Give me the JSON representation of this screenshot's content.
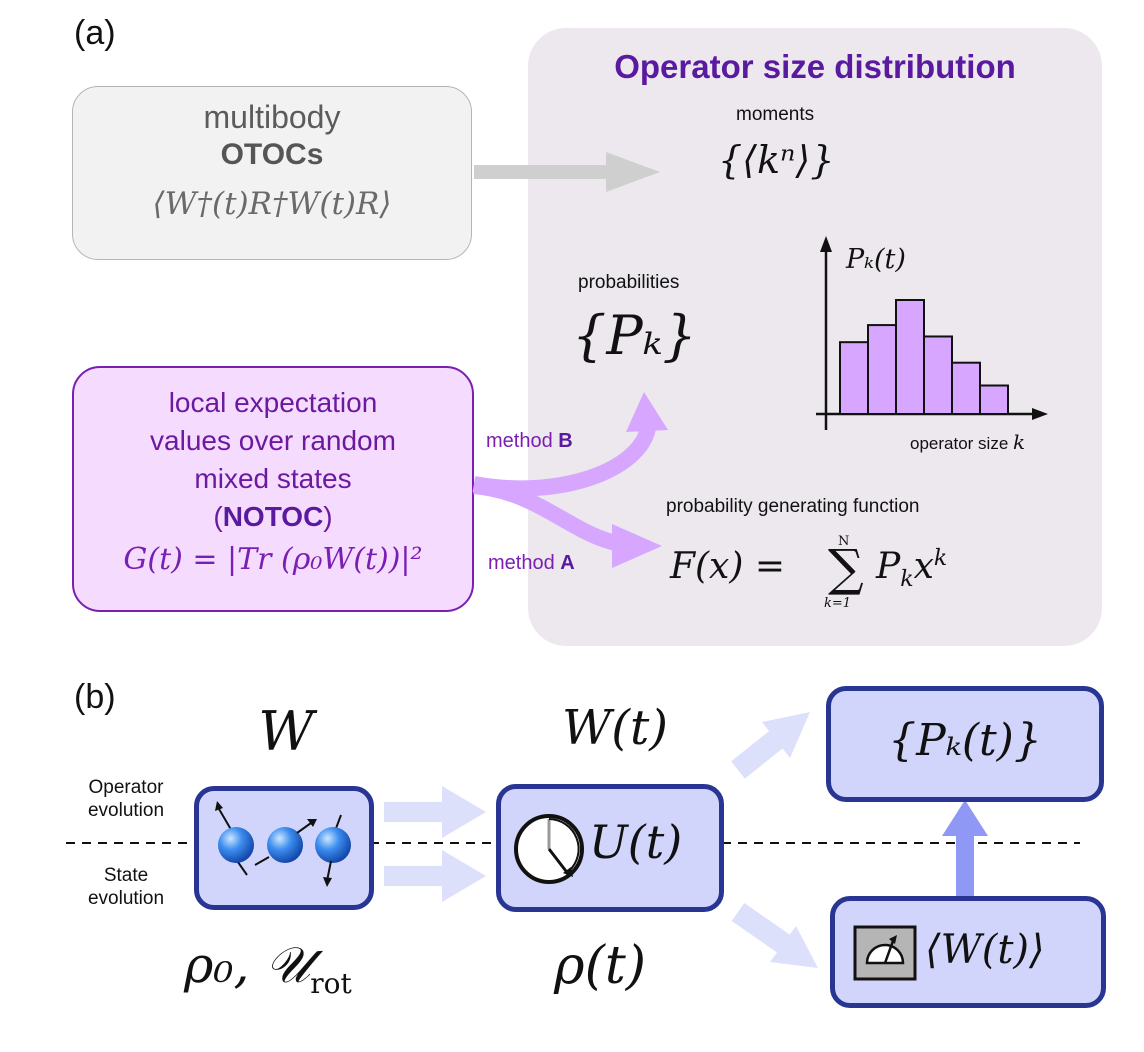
{
  "panel_a": {
    "label": "(a)",
    "distribution": {
      "title": "Operator size distribution",
      "moments_label": "moments",
      "moments_math": "{⟨kⁿ⟩}",
      "probabilities_label": "probabilities",
      "probabilities_math": "{Pₖ}",
      "pgf_label": "probability generating function",
      "histogram": {
        "y_label": "Pₖ(t)",
        "x_label": "operator size",
        "x_symbol": "k",
        "values": [
          0.63,
          0.78,
          1.0,
          0.68,
          0.45,
          0.25
        ]
      }
    },
    "otoc": {
      "line1": "multibody",
      "line2": "OTOCs",
      "formula": "⟨W†(t)R†W(t)R⟩"
    },
    "notoc": {
      "line1": "local expectation",
      "line2": "values over random",
      "line3": "mixed states",
      "line4_open": "(",
      "line4_bold": "NOTOC",
      "line4_close": ")",
      "formula_lhs": "G(t) = |Tr (ρ₀W(t))|²"
    },
    "method_b": {
      "prefix": "method",
      "letter": "B"
    },
    "method_a": {
      "prefix": "method",
      "letter": "A"
    },
    "colors": {
      "purple": "#7a1fb3",
      "light_purple": "#d7a6ff",
      "panel_bg": "#ece8ee"
    }
  },
  "panel_b": {
    "label": "(b)",
    "W_label": "W",
    "Wt_label": "W(t)",
    "rho0_label": "ρ₀,  𝒰",
    "rho0_sub": "rot",
    "rhot_label": "ρ(t)",
    "operator_evolution": [
      "Operator",
      "evolution"
    ],
    "state_evolution": [
      "State",
      "evolution"
    ],
    "U_label": "U(t)",
    "Pk_label": "{Pₖ(t)}",
    "expect_label": "⟨W(t)⟩",
    "icons": [
      "spin-chain-icon",
      "clock-icon",
      "meter-icon"
    ],
    "colors": {
      "box_fill": "#d2d5fb",
      "box_border": "#283593",
      "arrow": "#dde0fb",
      "up_arrow": "#8f98f5"
    }
  }
}
